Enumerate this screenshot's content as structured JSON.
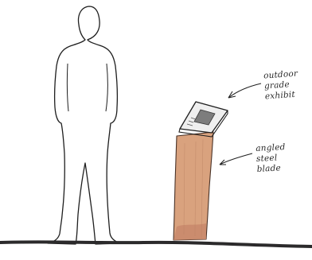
{
  "annotations": {
    "exhibit": {
      "lines": [
        "outdoor",
        "grade",
        "exhibit"
      ]
    },
    "blade": {
      "lines": [
        "angled",
        "steel",
        "blade"
      ]
    }
  },
  "colors": {
    "ink": "#1f1f1f",
    "ground": "#2b2a2b",
    "blade_fill": "#d9a27e",
    "blade_shade": "#c7876a",
    "panel": "#efefef",
    "panel_image": "#7d7d7d"
  }
}
